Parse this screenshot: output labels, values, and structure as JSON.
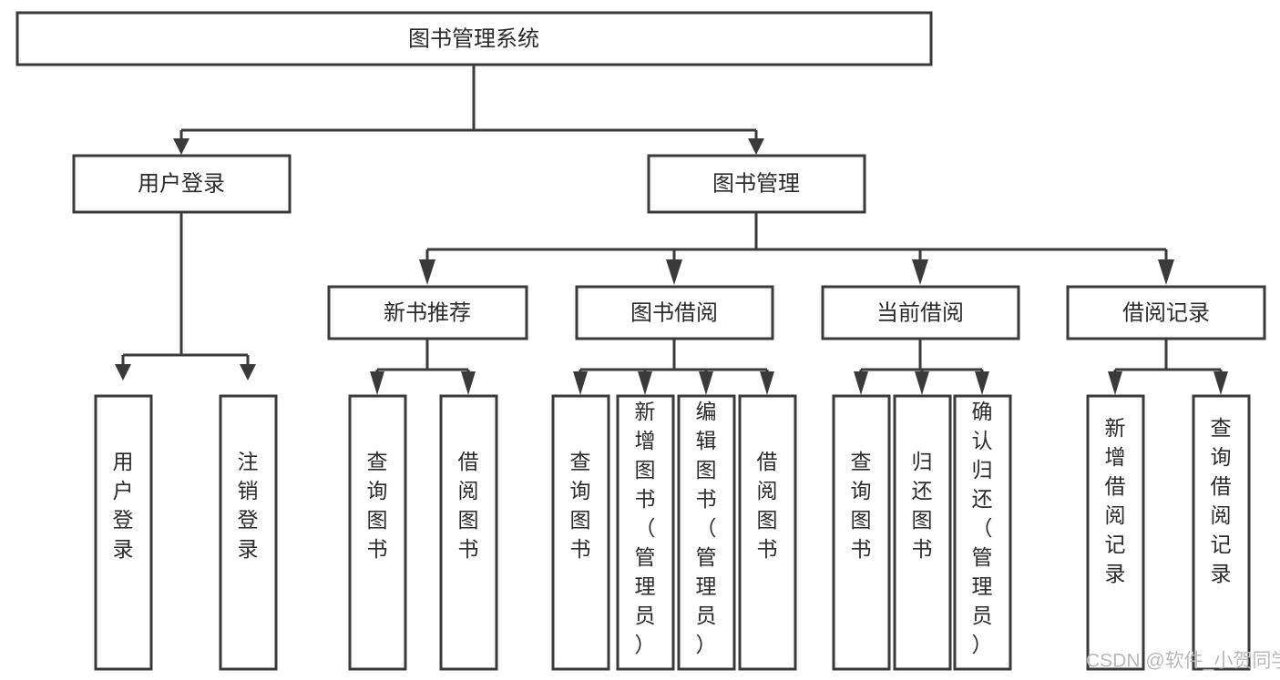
{
  "diagram": {
    "type": "tree-hierarchy",
    "title": "图书管理系统",
    "orientation": "top-down",
    "nodes": {
      "root": {
        "label": "图书管理系统"
      },
      "level2": [
        {
          "id": "user-login",
          "label": "用户登录"
        },
        {
          "id": "book-manage",
          "label": "图书管理"
        }
      ],
      "level3": [
        {
          "id": "new-book-recommend",
          "label": "新书推荐"
        },
        {
          "id": "book-borrow",
          "label": "图书借阅"
        },
        {
          "id": "current-borrow",
          "label": "当前借阅"
        },
        {
          "id": "borrow-record",
          "label": "借阅记录"
        }
      ],
      "leaves": {
        "user_login": [
          {
            "id": "leaf-user-login",
            "label": "用户登录"
          },
          {
            "id": "leaf-logout-login",
            "label": "注销登录"
          }
        ],
        "new_book_recommend": [
          {
            "id": "leaf-query-book-1",
            "label": "查询图书"
          },
          {
            "id": "leaf-borrow-book-1",
            "label": "借阅图书"
          }
        ],
        "book_borrow": [
          {
            "id": "leaf-query-book-2",
            "label": "查询图书"
          },
          {
            "id": "leaf-add-book-admin",
            "label": "新增图书（管理员）"
          },
          {
            "id": "leaf-edit-book-admin",
            "label": "编辑图书（管理员）"
          },
          {
            "id": "leaf-borrow-book-2",
            "label": "借阅图书"
          }
        ],
        "current_borrow": [
          {
            "id": "leaf-query-book-3",
            "label": "查询图书"
          },
          {
            "id": "leaf-return-book",
            "label": "归还图书"
          },
          {
            "id": "leaf-confirm-return-admin",
            "label": "确认归还（管理员）"
          }
        ],
        "borrow_record": [
          {
            "id": "leaf-add-borrow-record",
            "label": "新增借阅记录"
          },
          {
            "id": "leaf-query-borrow-record",
            "label": "查询借阅记录"
          }
        ]
      }
    },
    "colors": {
      "box_stroke": "#3a3a3a",
      "box_fill": "#ffffff",
      "text": "#2b2b2b",
      "connector": "#3a3a3a",
      "background": "#ffffff",
      "watermark": "#b9b9b9"
    }
  },
  "watermark": {
    "text": "CSDN @软件_小贺同学"
  }
}
